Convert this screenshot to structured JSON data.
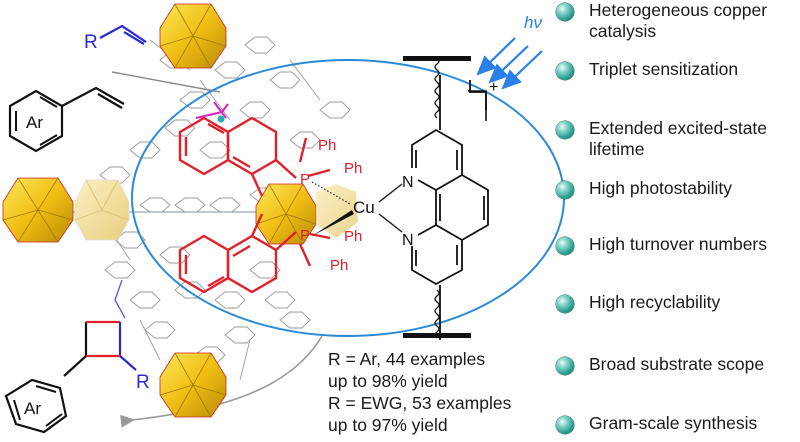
{
  "figure": {
    "description": "Copper photosensitizer immobilized in Zr-MOF for [2+2] cycloaddition",
    "colors": {
      "ellipse": "#2b8ad8",
      "light_arrows": "#2b7fe8",
      "ligand_red": "#e0202a",
      "substrate_blue": "#2a2ad0",
      "cluster_gold": "#f2c21a",
      "bullet_teal": "#2a9c8f",
      "text": "#1a1a1a"
    }
  },
  "labels": {
    "light": "hν",
    "reactant_r": "R",
    "reactant_ar": "Ar",
    "product_r": "R",
    "product_ar": "Ar",
    "copper": "Cu",
    "charge": "+",
    "n_top": "N",
    "n_bottom": "N",
    "p_top": "P",
    "p_bottom": "P",
    "ph1": "Ph",
    "ph2": "Ph",
    "ph3": "Ph",
    "ph4": "Ph"
  },
  "scope": {
    "lines": [
      "R = Ar, 44 examples",
      "up to 98% yield",
      "R = EWG, 53 examples",
      "up to 97% yield"
    ]
  },
  "features": {
    "items": [
      {
        "label": "Heterogeneous copper catalysis"
      },
      {
        "label": "Triplet sensitization"
      },
      {
        "label": "Extended excited-state lifetime"
      },
      {
        "label": "High photostability"
      },
      {
        "label": "High turnover numbers"
      },
      {
        "label": "High recyclability"
      },
      {
        "label": "Broad substrate scope"
      },
      {
        "label": "Gram-scale synthesis"
      }
    ]
  }
}
